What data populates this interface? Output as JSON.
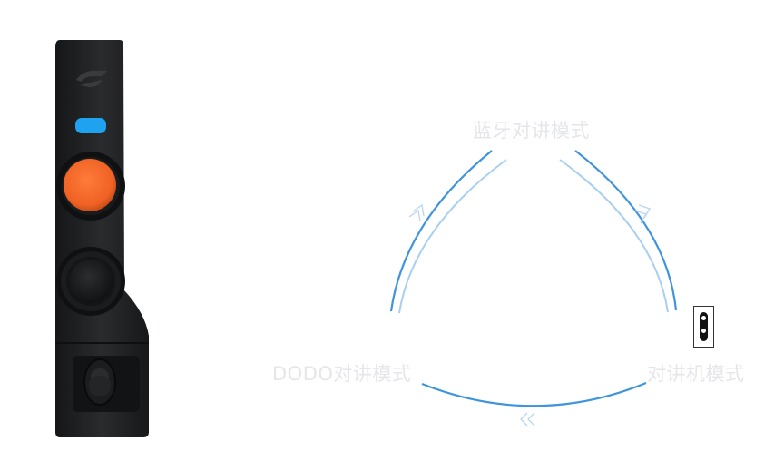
{
  "modes": {
    "bluetooth": "蓝牙对讲模式",
    "dodo": "DODO对讲模式",
    "intercom": "对讲机模式"
  },
  "colors": {
    "arc_primary": "#3f94de",
    "arc_secondary": "#a9cff0",
    "arrow": "#b7d6f1",
    "device_body": "#1e1f21",
    "led": "#1fa3f0",
    "orange_button": "#f06a2a",
    "label": "#e4e6ea"
  },
  "icons": {
    "logo": "brand-logo-icon",
    "mode_switch": "toggle-switch-icon"
  }
}
